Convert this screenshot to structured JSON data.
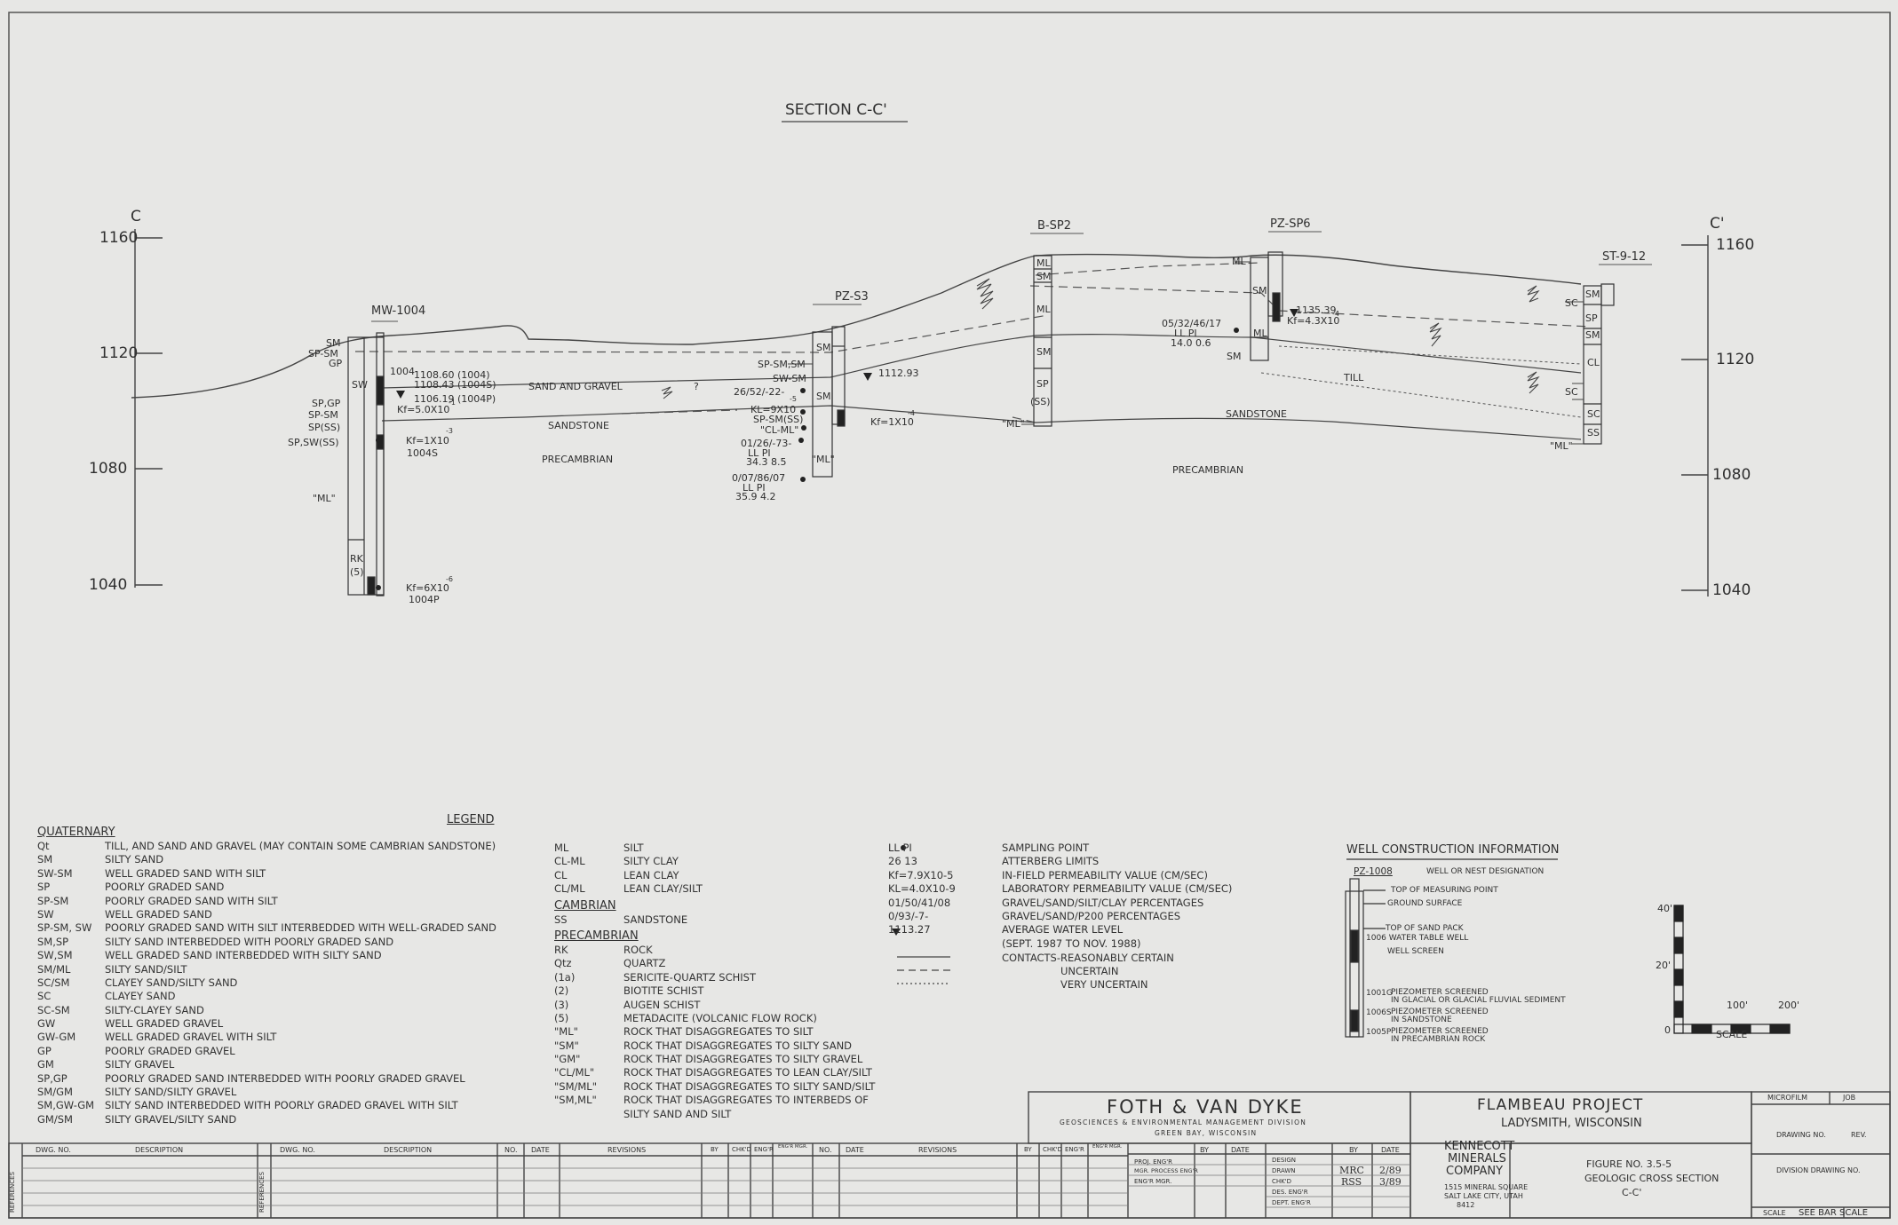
{
  "title": "SECTION C-C'",
  "section_ends": {
    "left": "C",
    "right": "C'"
  },
  "elev_left": [
    "1160",
    "1120",
    "1080",
    "1040"
  ],
  "elev_right": [
    "1160",
    "1120",
    "1080",
    "1040"
  ],
  "wells": {
    "mw1004": {
      "name": "MW-1004",
      "left_units": [
        "SM",
        "SP-SM",
        "GP",
        "SP,GP",
        "SP-SM",
        "SP(SS)",
        "SP,SW(SS)"
      ],
      "box_labels": [
        "SW",
        "RK",
        "(5)"
      ],
      "notes": [
        "1004",
        "1108.60 (1004)",
        "1108.43 (1004S)",
        "1106.19 (1004P)",
        "Kf=5.0X10",
        "-1",
        "Kf=1X10",
        "-3",
        "1004S",
        "Kf=6X10",
        "-6",
        "1004P"
      ]
    },
    "pzs3": {
      "name": "PZ-S3",
      "left_units": [
        "SP-SM,SM",
        "SW-SM",
        "26/52/-22-",
        "KL=9X10",
        "-5",
        "SP-SM(SS)",
        "\"CL-ML\"",
        "01/26/-73-",
        "LL    PI",
        "34.3   8.5",
        "0/07/86/07",
        "LL    PI",
        "35.9   4.2"
      ],
      "box_labels": [
        "SM",
        "SM",
        "\"ML\""
      ],
      "notes": [
        "1112.93",
        "Kf=1X10",
        "-4"
      ]
    },
    "bsp2": {
      "name": "B-SP2",
      "box_labels": [
        "ML",
        "SM",
        "ML",
        "SM",
        "SP",
        "(SS)"
      ]
    },
    "pzsp6": {
      "name": "PZ-SP6",
      "box_labels": [
        "SM",
        "ML"
      ],
      "notes": [
        "ML",
        "1135.39",
        "Kf=4.3X10",
        "-4",
        "05/32/46/17",
        "LL    PI",
        "14.0   0.6",
        "SM"
      ]
    },
    "st912": {
      "name": "ST-9-12",
      "box_labels": [
        "SM",
        "SP",
        "SM",
        "CL",
        "SC",
        "SS"
      ],
      "left_units": [
        "SC",
        "SC",
        "\"ML\""
      ]
    }
  },
  "units": {
    "sand_gravel": "SAND AND GRAVEL",
    "sandstone_left": "SANDSTONE",
    "precambrian_left": "PRECAMBRIAN",
    "ml_left": "\"ML\"",
    "ml_mid": "\"ML\"",
    "till": "TILL",
    "sandstone_right": "SANDSTONE",
    "precambrian_right": "PRECAMBRIAN",
    "question": "?"
  },
  "legend": {
    "title": "LEGEND",
    "quaternary_title": "QUATERNARY",
    "quaternary": [
      [
        "Qt",
        "TILL, AND SAND AND GRAVEL (MAY CONTAIN SOME CAMBRIAN SANDSTONE)"
      ],
      [
        "SM",
        "SILTY SAND"
      ],
      [
        "SW-SM",
        "WELL GRADED SAND WITH SILT"
      ],
      [
        "SP",
        "POORLY GRADED SAND"
      ],
      [
        "SP-SM",
        "POORLY GRADED SAND WITH SILT"
      ],
      [
        "SW",
        "WELL GRADED SAND"
      ],
      [
        "SP-SM, SW",
        "POORLY GRADED SAND WITH SILT INTERBEDDED WITH WELL-GRADED SAND"
      ],
      [
        "SM,SP",
        "SILTY SAND INTERBEDDED WITH POORLY GRADED SAND"
      ],
      [
        "SW,SM",
        "WELL GRADED SAND INTERBEDDED WITH SILTY SAND"
      ],
      [
        "SM/ML",
        "SILTY SAND/SILT"
      ],
      [
        "SC/SM",
        "CLAYEY SAND/SILTY SAND"
      ],
      [
        "SC",
        "CLAYEY SAND"
      ],
      [
        "SC-SM",
        "SILTY-CLAYEY SAND"
      ],
      [
        "GW",
        "WELL GRADED GRAVEL"
      ],
      [
        "GW-GM",
        "WELL GRADED GRAVEL WITH SILT"
      ],
      [
        "GP",
        "POORLY GRADED GRAVEL"
      ],
      [
        "GM",
        "SILTY GRAVEL"
      ],
      [
        "SP,GP",
        "POORLY GRADED SAND INTERBEDDED WITH POORLY GRADED GRAVEL"
      ],
      [
        "SM/GM",
        "SILTY SAND/SILTY GRAVEL"
      ],
      [
        "SM,GW-GM",
        "SILTY SAND INTERBEDDED WITH POORLY GRADED GRAVEL WITH SILT"
      ],
      [
        "GM/SM",
        "SILTY GRAVEL/SILTY SAND"
      ]
    ],
    "col2_top": [
      [
        "ML",
        "SILT"
      ],
      [
        "CL-ML",
        "SILTY CLAY"
      ],
      [
        "CL",
        "LEAN CLAY"
      ],
      [
        "CL/ML",
        "LEAN CLAY/SILT"
      ]
    ],
    "cambrian_title": "CAMBRIAN",
    "cambrian": [
      [
        "SS",
        "SANDSTONE"
      ]
    ],
    "precambrian_title": "PRECAMBRIAN",
    "precambrian": [
      [
        "RK",
        "ROCK"
      ],
      [
        "Qtz",
        "QUARTZ"
      ],
      [
        "(1a)",
        "SERICITE-QUARTZ SCHIST"
      ],
      [
        "(2)",
        "BIOTITE SCHIST"
      ],
      [
        "(3)",
        "AUGEN SCHIST"
      ],
      [
        "(5)",
        "METADACITE (VOLCANIC FLOW ROCK)"
      ],
      [
        "\"ML\"",
        "ROCK THAT DISAGGREGATES TO SILT"
      ],
      [
        "\"SM\"",
        "ROCK THAT DISAGGREGATES TO SILTY SAND"
      ],
      [
        "\"GM\"",
        "ROCK THAT DISAGGREGATES TO SILTY GRAVEL"
      ],
      [
        "\"CL/ML\"",
        "ROCK THAT DISAGGREGATES TO LEAN CLAY/SILT"
      ],
      [
        "\"SM/ML\"",
        "ROCK THAT DISAGGREGATES TO SILTY SAND/SILT"
      ],
      [
        "\"SM,ML\"",
        "ROCK THAT DISAGGREGATES TO INTERBEDS OF"
      ],
      [
        "",
        "SILTY SAND AND SILT"
      ]
    ],
    "symbols": [
      [
        "LL  PI",
        "SAMPLING POINT"
      ],
      [
        "26  13",
        "ATTERBERG LIMITS"
      ],
      [
        "Kf=7.9X10-5",
        "IN-FIELD PERMEABILITY VALUE (CM/SEC)"
      ],
      [
        "KL=4.0X10-9",
        "LABORATORY PERMEABILITY VALUE (CM/SEC)"
      ],
      [
        "01/50/41/08",
        "GRAVEL/SAND/SILT/CLAY PERCENTAGES"
      ],
      [
        "0/93/-7-",
        "GRAVEL/SAND/P200 PERCENTAGES"
      ],
      [
        "1113.27",
        "AVERAGE WATER LEVEL"
      ],
      [
        "",
        "(SEPT. 1987 TO NOV. 1988)"
      ]
    ],
    "contacts": [
      "CONTACTS-REASONABLY CERTAIN",
      "UNCERTAIN",
      "VERY UNCERTAIN"
    ]
  },
  "well_construction": {
    "title": "WELL CONSTRUCTION INFORMATION",
    "example": "PZ-1008",
    "labels": [
      "WELL OR NEST DESIGNATION",
      "TOP OF MEASURING POINT",
      "GROUND SURFACE",
      "TOP OF SAND PACK",
      "1006  WATER TABLE WELL",
      "WELL SCREEN"
    ],
    "piezo": [
      [
        "1001G",
        "PIEZOMETER SCREENED",
        "IN GLACIAL OR GLACIAL FLUVIAL SEDIMENT"
      ],
      [
        "1006S",
        "PIEZOMETER SCREENED",
        "IN SANDSTONE"
      ],
      [
        "1005P",
        "PIEZOMETER SCREENED",
        "IN PRECAMBRIAN ROCK"
      ]
    ]
  },
  "scale": {
    "v40": "40'",
    "v20": "20'",
    "zero": "0",
    "h100": "100'",
    "h200": "200'",
    "label": "SCALE"
  },
  "titleblock": {
    "firm": "FOTH & VAN DYKE",
    "division": "GEOSCIENCES & ENVIRONMENTAL MANAGEMENT DIVISION",
    "city": "GREEN BAY, WISCONSIN",
    "project": "FLAMBEAU PROJECT",
    "location": "LADYSMITH, WISCONSIN",
    "client1": "KENNECOTT",
    "client2": "MINERALS",
    "client3": "COMPANY",
    "addr1": "1515 MINERAL SQUARE",
    "addr2": "SALT LAKE CITY, UTAH",
    "addr3": "8412",
    "figure": "FIGURE NO. 3.5-5",
    "fig_title": "GEOLOGIC CROSS SECTION",
    "fig_sub": "C-C'",
    "microfilm": "MICROFILM",
    "job": "JOB",
    "drawing_no": "DRAWING NO.",
    "rev": "REV.",
    "division_drawing": "DIVISION DRAWING NO.",
    "scale": "SCALE",
    "see_bar": "SEE BAR SCALE",
    "by": "BY",
    "date": "DATE",
    "roles": [
      "DESIGN",
      "DRAWN",
      "CHK'D",
      "DES. ENG'R",
      "DEPT. ENG'R"
    ],
    "left_roles": [
      "PROJ. ENG'R",
      "MGR. PROCESS ENG'R",
      "ENG'R MGR."
    ],
    "drawn_by": "MRC",
    "drawn_date": "2/89",
    "chk_by": "RSS",
    "chk_date": "3/89"
  },
  "revisions": {
    "references": "REFERENCES",
    "dwg_no": "DWG. NO.",
    "description": "DESCRIPTION",
    "no": "NO.",
    "date": "DATE",
    "revisions": "REVISIONS",
    "by": "BY",
    "chkd": "CHK'D",
    "engr": "ENG'R",
    "engr_mgr": "ENG'R MGR."
  }
}
